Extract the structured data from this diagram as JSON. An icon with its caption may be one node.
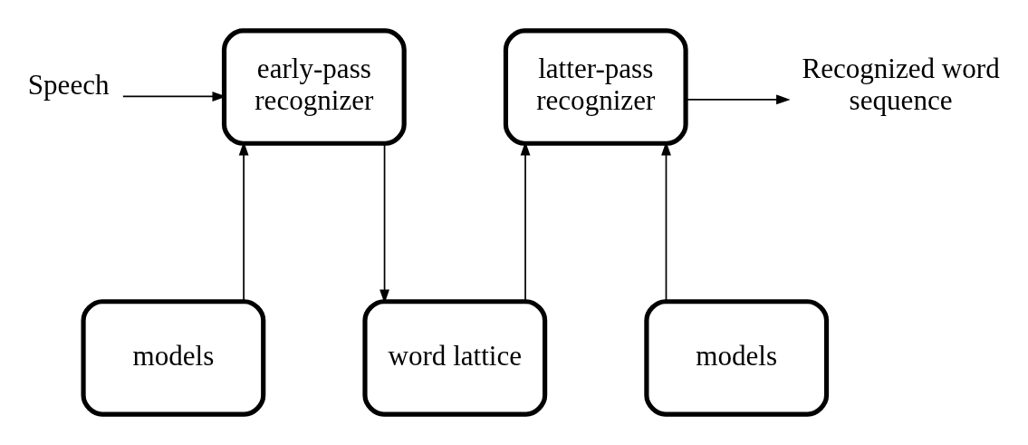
{
  "diagram": {
    "nodes": [
      {
        "text": [
          "Speech"
        ]
      },
      {
        "text": [
          "early-pass recognizer"
        ]
      },
      {
        "text": [
          "latter-pass recognizer"
        ]
      },
      {
        "text": [
          "Recognized word sequence"
        ]
      },
      {
        "text": [
          "models"
        ]
      },
      {
        "text": [
          "word lattice"
        ]
      },
      {
        "text": [
          "models"
        ]
      }
    ],
    "edges": [
      {
        "from": 0,
        "to": 1,
        "arrow": "to"
      },
      {
        "from": 2,
        "to": 3,
        "arrow": "to"
      },
      {
        "from": 4,
        "to": 1,
        "arrow": "to"
      },
      {
        "from": 1,
        "to": 5,
        "arrow": "to"
      },
      {
        "from": 5,
        "to": 2,
        "arrow": "to"
      },
      {
        "from": 6,
        "to": 2,
        "arrow": "to"
      }
    ]
  }
}
